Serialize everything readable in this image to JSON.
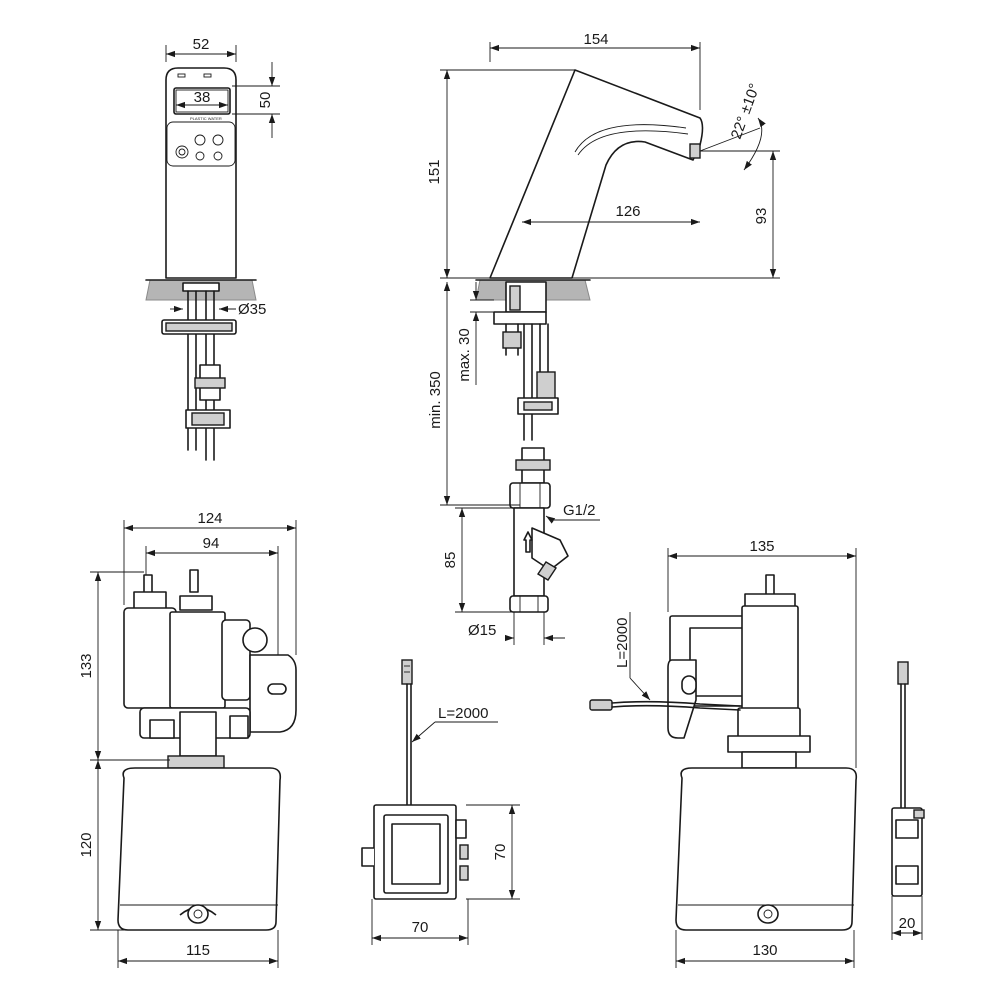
{
  "dimensions": {
    "top_left_width": "52",
    "display_width": "38",
    "display_height": "50",
    "inlet_diameter": "Ø35",
    "spout_length": "154",
    "spout_reach": "126",
    "spout_height": "151",
    "spout_outlet_height": "93",
    "angle": "22° ±10°",
    "min_length": "min. 350",
    "max_thickness": "max. 30",
    "thread": "G1/2",
    "filter_length": "85",
    "hose_diameter": "Ø15",
    "unit_width": "124",
    "unit_inner_width": "94",
    "unit_height_top": "133",
    "unit_height_bottom": "120",
    "unit_bottom_width": "115",
    "sensor_cable_length": "L=2000",
    "sensor_box_width": "70",
    "sensor_box_height": "70",
    "side_unit_width": "135",
    "side_cable_length": "L=2000",
    "side_unit_bottom_width": "130",
    "battery_depth": "20"
  },
  "labels": {
    "display_text": "PLASTIC WATER"
  }
}
